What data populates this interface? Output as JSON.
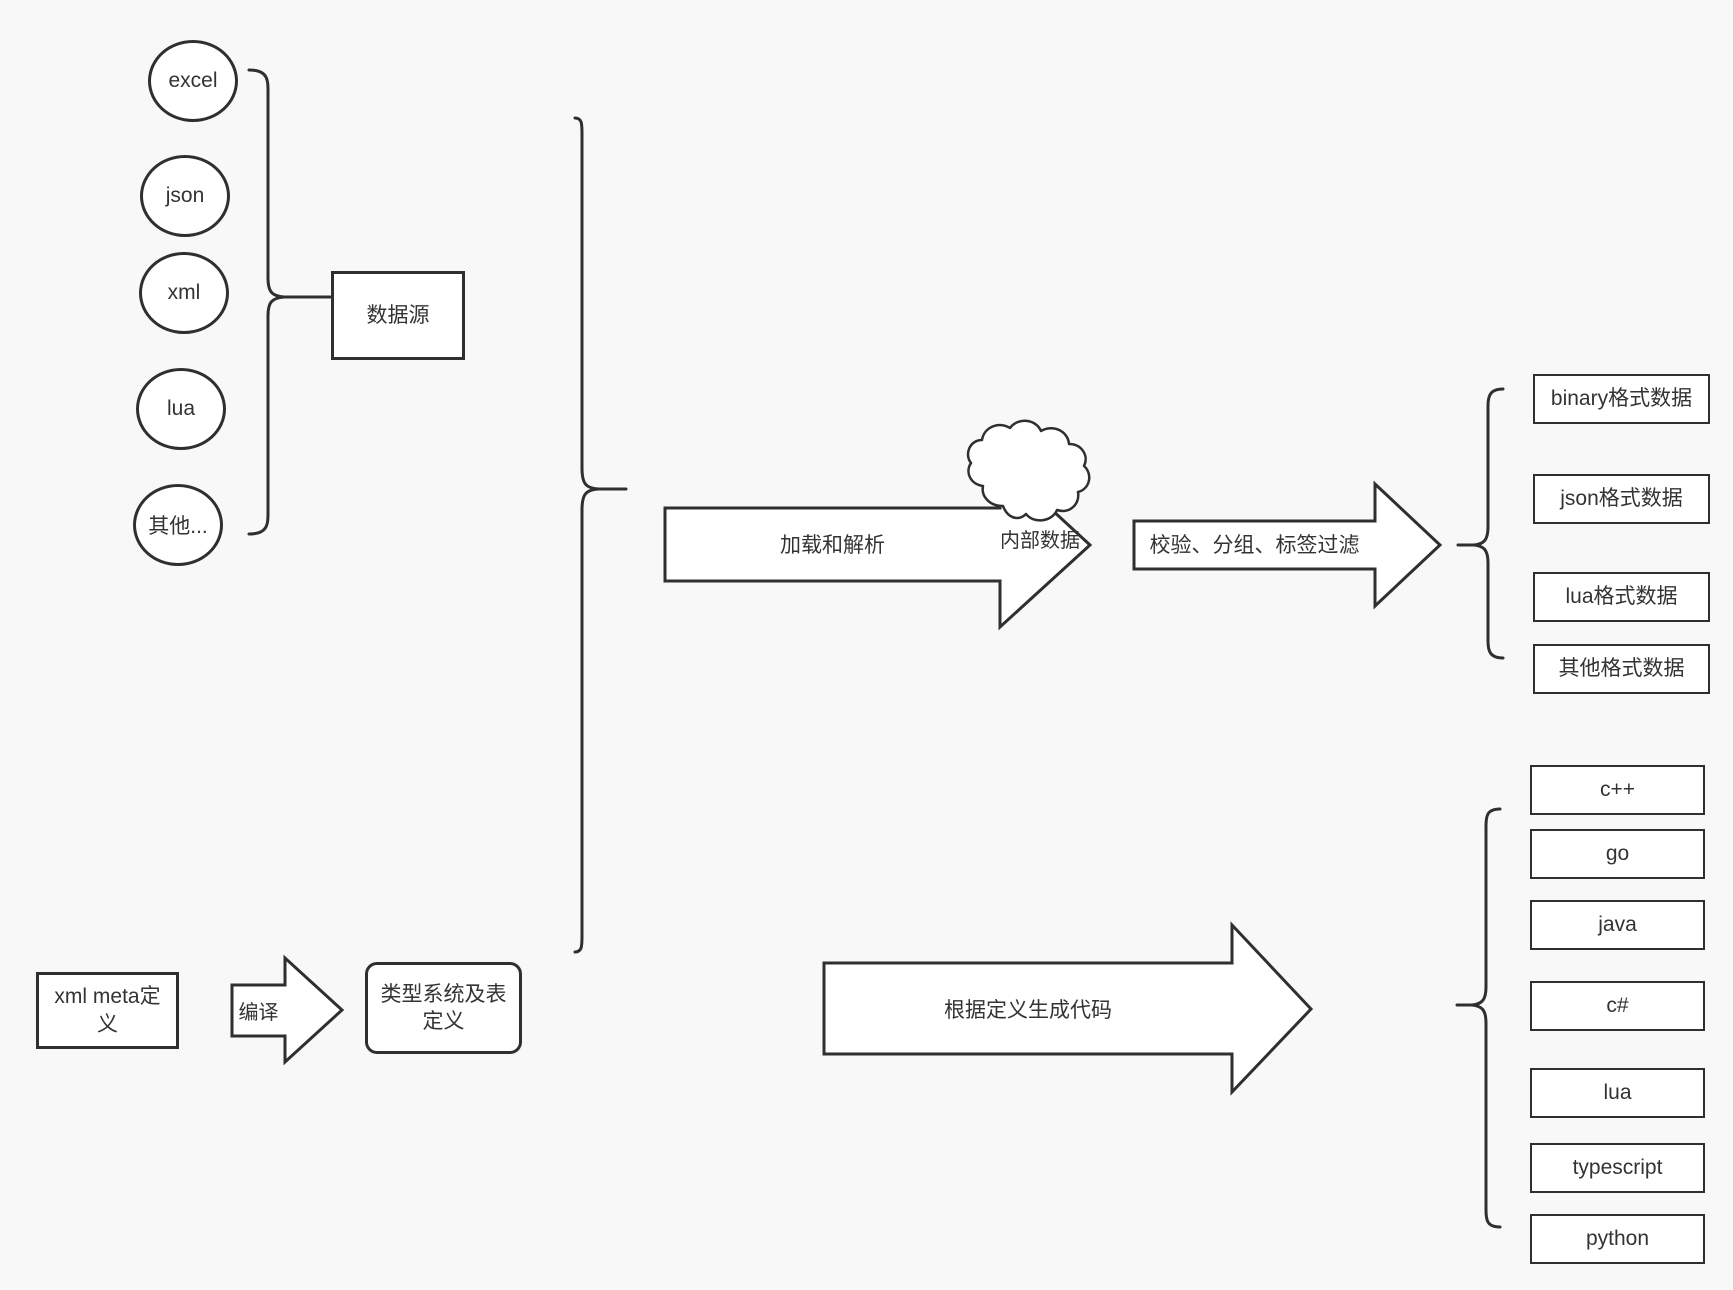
{
  "diagram": {
    "title": "data pipeline diagram",
    "colors": {
      "background": "#f8f8f8",
      "stroke": "#2f2f2f",
      "fill": "#ffffff",
      "text": "#333333"
    },
    "sources": {
      "items": [
        {
          "label": "excel"
        },
        {
          "label": "json"
        },
        {
          "label": "xml"
        },
        {
          "label": "lua"
        },
        {
          "label": "其他..."
        }
      ],
      "group_label": "数据源"
    },
    "meta": {
      "source_label": "xml meta定义",
      "compile_arrow_label": "编译",
      "target_label": "类型系统及表定义"
    },
    "pipeline": {
      "load_arrow_label": "加载和解析",
      "cloud_label": "内部数据",
      "filter_arrow_label": "校验、分组、标签过滤",
      "codegen_arrow_label": "根据定义生成代码"
    },
    "outputs": {
      "formats": [
        {
          "label": "binary格式数据"
        },
        {
          "label": "json格式数据"
        },
        {
          "label": "lua格式数据"
        },
        {
          "label": "其他格式数据"
        }
      ],
      "languages": [
        {
          "label": "c++"
        },
        {
          "label": "go"
        },
        {
          "label": "java"
        },
        {
          "label": "c#"
        },
        {
          "label": "lua"
        },
        {
          "label": "typescript"
        },
        {
          "label": "python"
        }
      ]
    }
  }
}
